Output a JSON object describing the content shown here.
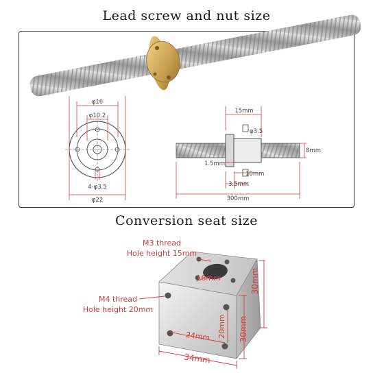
{
  "titles": {
    "lead_screw": "Lead screw and nut size",
    "conversion": "Conversion seat size"
  },
  "nut_front_dims": {
    "outer_diameter": "φ22",
    "flange_diameter": "φ16",
    "hole_circle": "φ10.2",
    "holes": "4-φ3.5"
  },
  "nut_side_dims": {
    "nut_length": "15mm",
    "screw_hole": "φ3.5",
    "screw_diameter": "8mm",
    "flange_thickness": "1.5mm",
    "body_length": "10mm",
    "offset": "3.5mm",
    "screw_length": "300mm"
  },
  "seat_dims": {
    "m3_line1": "M3 thread",
    "m3_line2": "Hole height 15mm",
    "m4_line1": "M4 thread",
    "m4_line2": "Hole height 20mm",
    "top_hole": "16mm",
    "hole_spacing_h": "24mm",
    "hole_spacing_v": "20mm",
    "width": "34mm",
    "height": "30mm",
    "depth": "30mm"
  },
  "colors": {
    "dimension_red": "#d43a3a",
    "brass": "#c9a050",
    "steel": "#b8b8b8"
  }
}
